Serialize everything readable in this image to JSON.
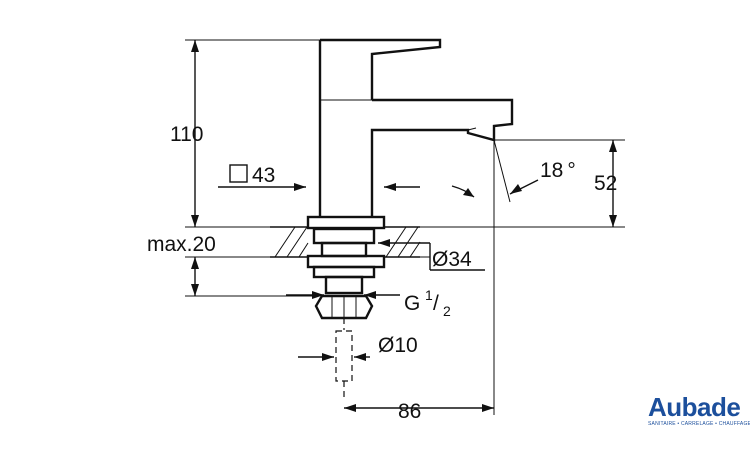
{
  "dimensions": {
    "height_total": "110",
    "square_base": "43",
    "max_deck": "max.20",
    "spout_height": "52",
    "spout_angle": "18",
    "angle_unit": "°",
    "flange_diameter": "Ø34",
    "thread_prefix": "G",
    "thread_num": "1",
    "thread_slash": "/",
    "thread_den": "2",
    "pipe_diameter": "Ø10",
    "projection": "86"
  },
  "brand": {
    "name": "Aubade",
    "tagline": "SANITAIRE • CARRELAGE • CHAUFFAGE",
    "color": "#1c4f9c"
  }
}
